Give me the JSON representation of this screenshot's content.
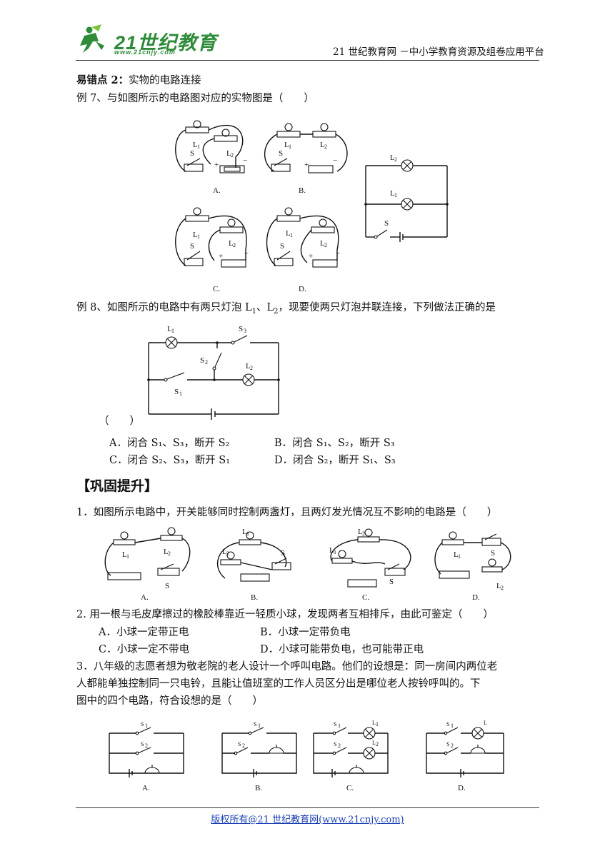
{
  "header": {
    "logo_text": "21世纪教育",
    "logo_url": "www.21cnjy.com",
    "site_title": "21 世纪教育网 －中小学教育资源及组卷应用平台"
  },
  "section_err2": {
    "title_bold": "易错点 2：",
    "title_rest": "实物的电路连接"
  },
  "ex7": {
    "question": "例 7、与如图所示的电路图对应的实物图是（　　）",
    "options": [
      "A.",
      "B.",
      "C.",
      "D."
    ],
    "labels": {
      "L1": "L1",
      "L2": "L2",
      "S": "S",
      "plus": "+",
      "minus": "−"
    }
  },
  "ex8": {
    "question_pre": "例 8、如图所示的电路中有两只灯泡 L",
    "sub1": "1",
    "mid": "、L",
    "sub2": "2",
    "question_post": "，现要使两只灯泡并联连接，下列做法正确的是",
    "paren": "（　　）",
    "options": [
      "A．闭合 S₁、S₃，断开 S₂",
      "B．闭合 S₁、S₂，断开  S₃",
      "C．闭合 S₂、S₃，断开 S₁",
      "D．闭合 S₂，断开  S₁、S₃"
    ]
  },
  "section_consolidate": {
    "title": "【巩固提升】"
  },
  "q1": {
    "text": "1．如图所示电路中，开关能够同时控制两盏灯，且两灯发光情况互不影响的电路是（　　）",
    "options": [
      "A.",
      "B.",
      "C.",
      "D."
    ]
  },
  "q2": {
    "text": "2. 用一根与毛皮摩擦过的橡胶棒靠近一轻质小球，发现两者互相排斥，由此可鉴定（　　）",
    "options": [
      "A．小球一定带正电",
      "B．小球一定带负电",
      "C．小球一定不带电",
      "D．小球可能带负电，也可能带正电"
    ]
  },
  "q3": {
    "line1": "3．八年级的志愿者想为敬老院的老人设计一个呼叫电路。他们的设想是：同一房间内两位老",
    "line2": "人都能单独控制同一只电铃，且能让值班室的工作人员区分出是哪位老人按铃呼叫的。下",
    "line3": "图中的四个电路，符合设想的是（　　）",
    "options": [
      "A.",
      "B.",
      "C.",
      "D."
    ]
  },
  "footer": {
    "text": "版权所有@21 世纪教育网(www.21cnjy.com)"
  }
}
